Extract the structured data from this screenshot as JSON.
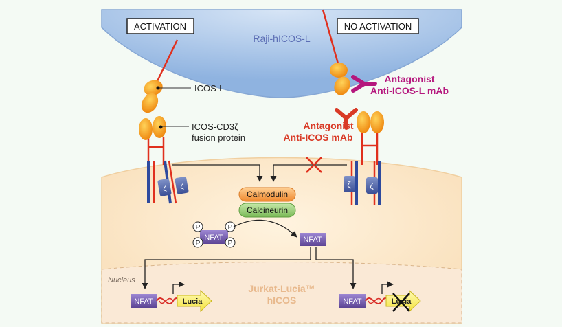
{
  "labels": {
    "activation": "ACTIVATION",
    "no_activation": "NO ACTIVATION",
    "raji_cell": "Raji-hICOS-L",
    "icos_l": "ICOS-L",
    "fusion_line1": "ICOS-CD3ζ",
    "fusion_line2": "fusion protein",
    "antagonist_icos_l_line1": "Antagonist",
    "antagonist_icos_l_line2": "Anti-ICOS-L mAb",
    "antagonist_icos_line1": "Antagonist",
    "antagonist_icos_line2": "Anti-ICOS mAb",
    "calmodulin": "Calmodulin",
    "calcineurin": "Calcineurin",
    "nfat": "NFAT",
    "phospho": "P",
    "zeta": "ζ",
    "nucleus": "Nucleus",
    "jurkat_line1": "Jurkat-Lucia™",
    "jurkat_line2": "hICOS",
    "lucia": "Lucia"
  },
  "colors": {
    "raji_cell": "#a9c6e9",
    "jurkat_cell": "#fbe5c6",
    "nucleus": "#f8e8d6",
    "icos_ligand": "#f39a1e",
    "red_line": "#e0301e",
    "antagonist_icos_l": "#b5177d",
    "antagonist_icos": "#d93a26",
    "nfat_box": "#7b62b3",
    "calmodulin": "#f59d4a",
    "calcineurin": "#8dc76a",
    "lucia_arrow": "#fdf37a",
    "cd3_blue": "#2e4a9e"
  }
}
